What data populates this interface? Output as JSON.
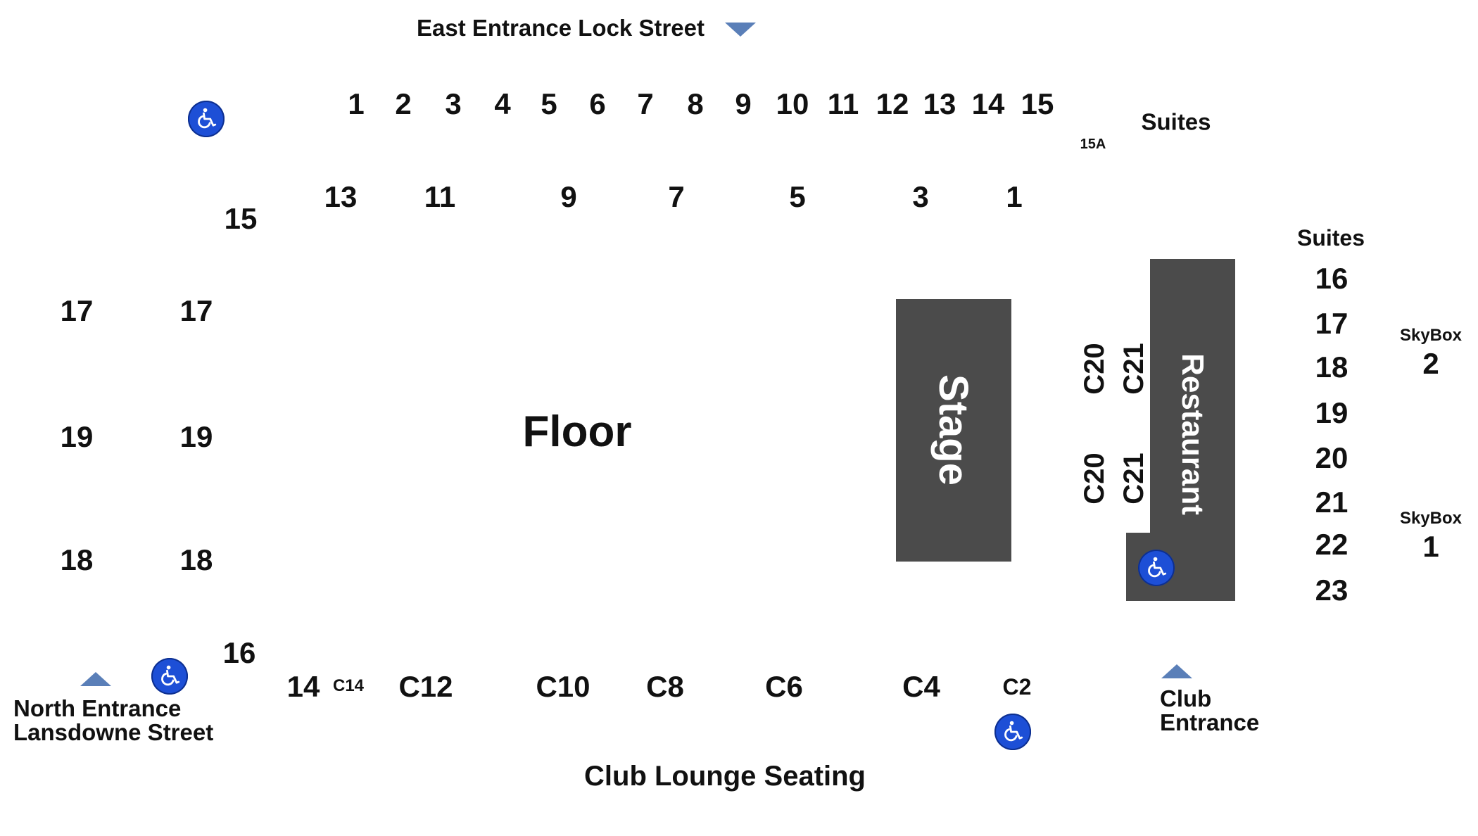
{
  "entrances": {
    "east": "East Entrance Lock Street",
    "north_line1": "North Entrance",
    "north_line2": "Lansdowne Street",
    "club_line1": "Club",
    "club_line2": "Entrance"
  },
  "top_row_sections": [
    "1",
    "2",
    "3",
    "4",
    "5",
    "6",
    "7",
    "8",
    "9",
    "10",
    "11",
    "12",
    "13",
    "14",
    "15"
  ],
  "second_row_sections": [
    "13",
    "11",
    "9",
    "7",
    "5",
    "3",
    "1"
  ],
  "section_15a": "15A",
  "suites_top": "Suites",
  "suites_right": "Suites",
  "left_outer": {
    "s15": "15",
    "s17": "17",
    "s19": "19",
    "s18": "18",
    "s16": "16"
  },
  "left_far": {
    "s17": "17",
    "s19": "19",
    "s18": "18"
  },
  "floor": "Floor",
  "stage": "Stage",
  "restaurant": "Restaurant",
  "club_vertical": {
    "c20_top": "C20",
    "c21_top": "C21",
    "c20_bot": "C20",
    "c21_bot": "C21"
  },
  "right_sections": [
    "16",
    "17",
    "18",
    "19",
    "20",
    "21",
    "22",
    "23"
  ],
  "skybox": {
    "label": "SkyBox",
    "two": "2",
    "one": "1"
  },
  "bottom_row": {
    "s14": "14",
    "c14": "C14",
    "c12": "C12",
    "c10": "C10",
    "c8": "C8",
    "c6": "C6",
    "c4": "C4",
    "c2": "C2"
  },
  "club_lounge": "Club Lounge Seating",
  "colors": {
    "block": "#4b4b4b",
    "accessible": "#1d4fd6",
    "arrow": "#5a7fb8"
  },
  "icons": [
    "wheelchair-accessible-icon",
    "entrance-arrow-icon"
  ]
}
